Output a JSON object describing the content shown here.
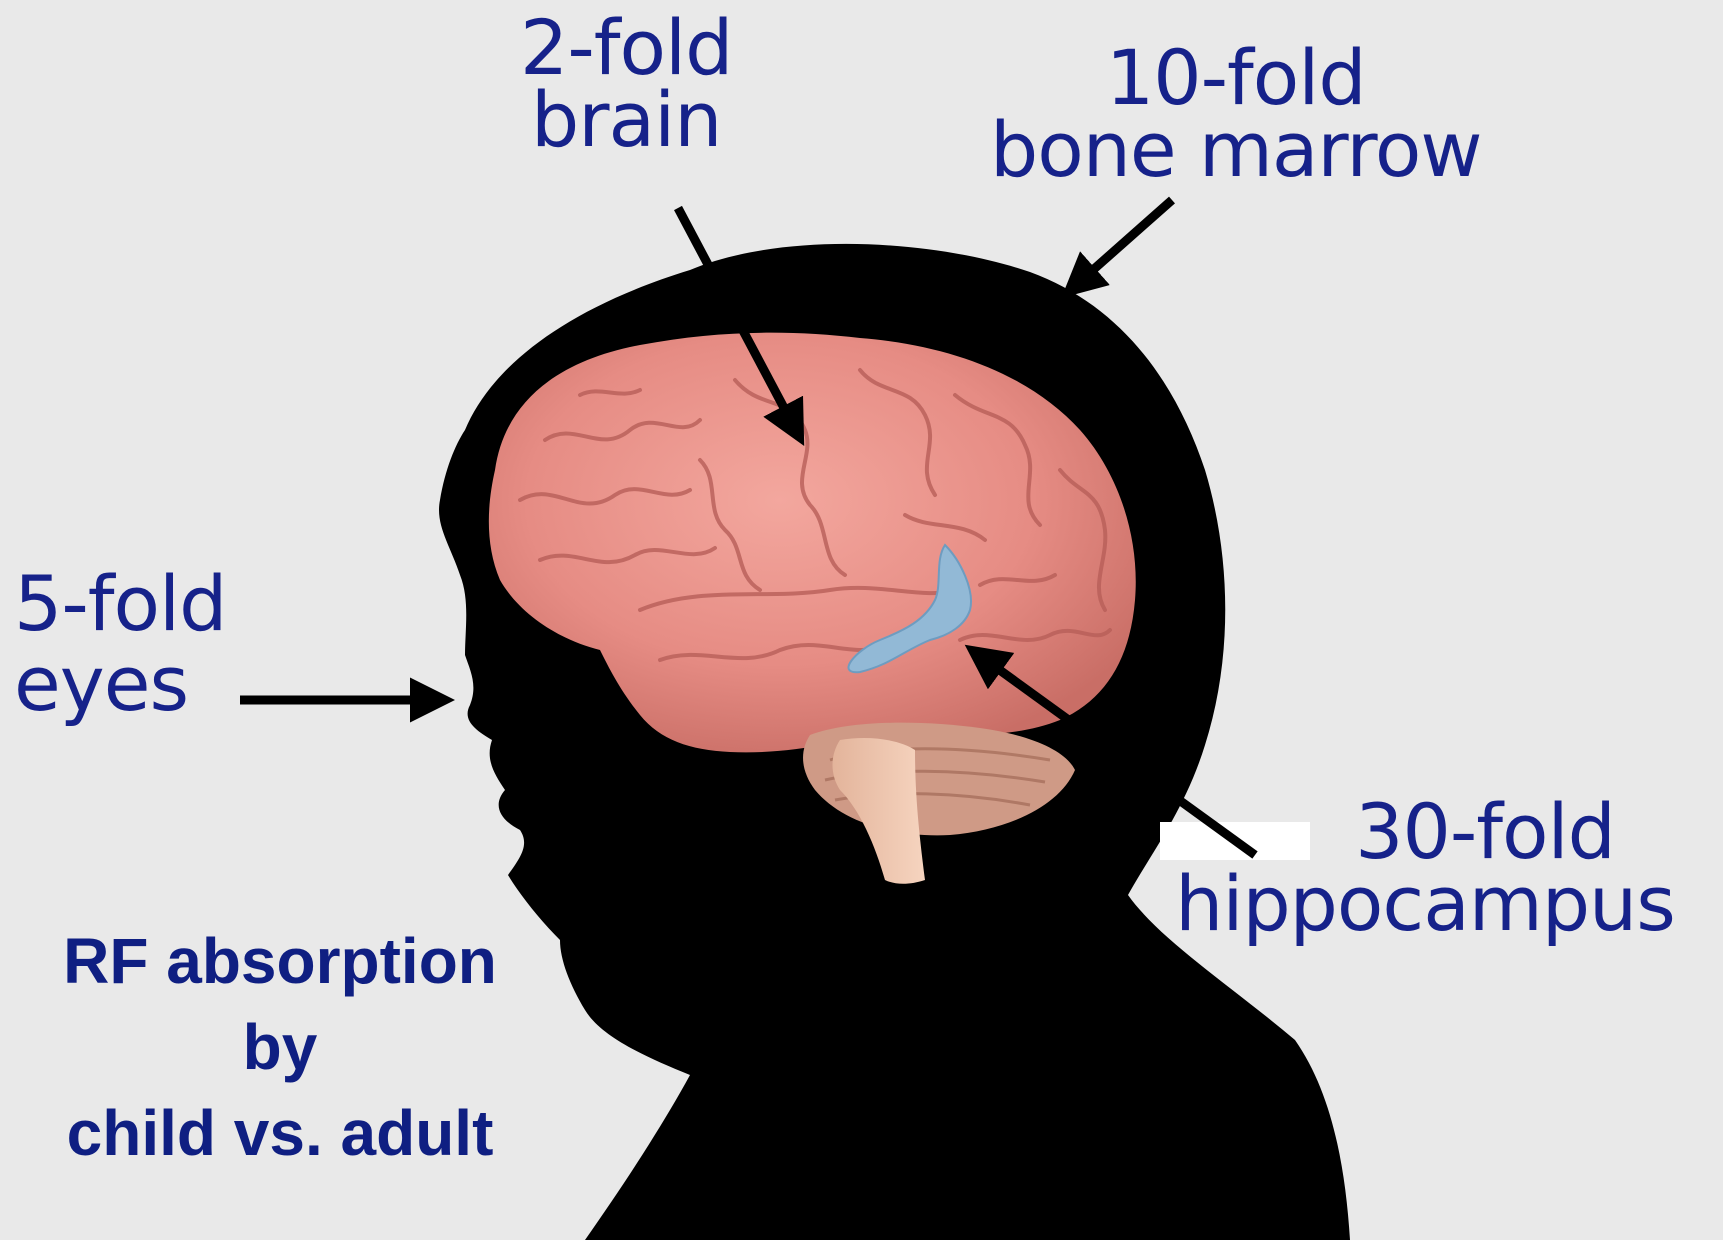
{
  "labels": {
    "brain": {
      "factor": "2-fold",
      "region": "brain"
    },
    "marrow": {
      "factor": "10-fold",
      "region": "bone marrow"
    },
    "eyes": {
      "factor": "5-fold",
      "region": "eyes"
    },
    "hippo": {
      "factor": "30-fold",
      "region": "hippocampus"
    }
  },
  "caption": {
    "line1": "RF absorption",
    "line2": "by",
    "line3": "child vs. adult"
  },
  "colors": {
    "label_text": "#16228a",
    "caption_text": "#0f1f82",
    "silhouette": "#000000",
    "brain": "#e8908a",
    "hippocampus": "#8fb8d8",
    "background": "#e9e9e9"
  }
}
